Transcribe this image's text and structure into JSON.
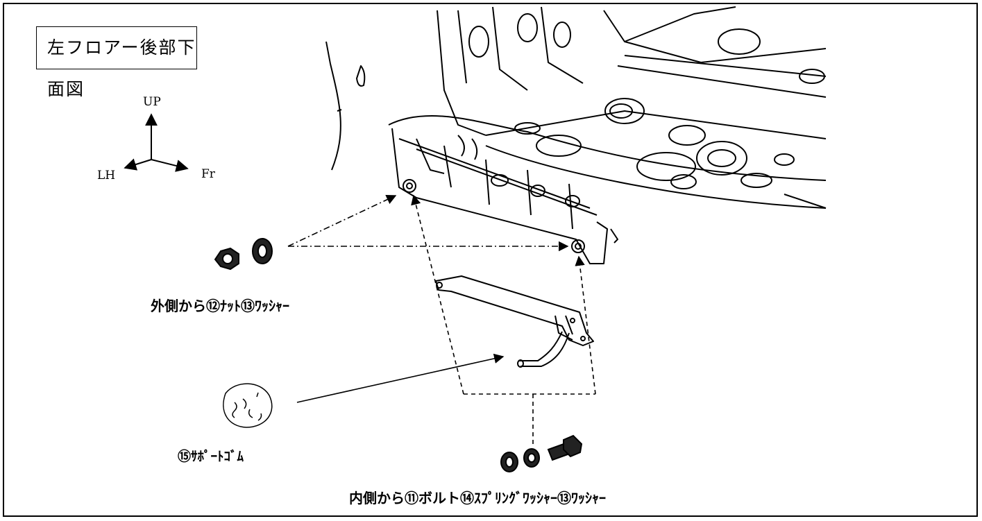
{
  "title": "左フロアー後部下面図",
  "axes": {
    "up": "UP",
    "left": "LH",
    "front": "Fr"
  },
  "labels": {
    "outer": "外側から⑫ﾅｯﾄ⑬ﾜｯｼｬｰ",
    "rubber": "⑮ｻﾎﾟｰﾄｺﾞﾑ",
    "inner": "内側から⑪ボルト⑭ｽﾌﾟﾘﾝｸﾞﾜｯｼｬｰ⑬ﾜｯｼｬｰ"
  },
  "colors": {
    "line": "#000000",
    "background": "#ffffff"
  }
}
